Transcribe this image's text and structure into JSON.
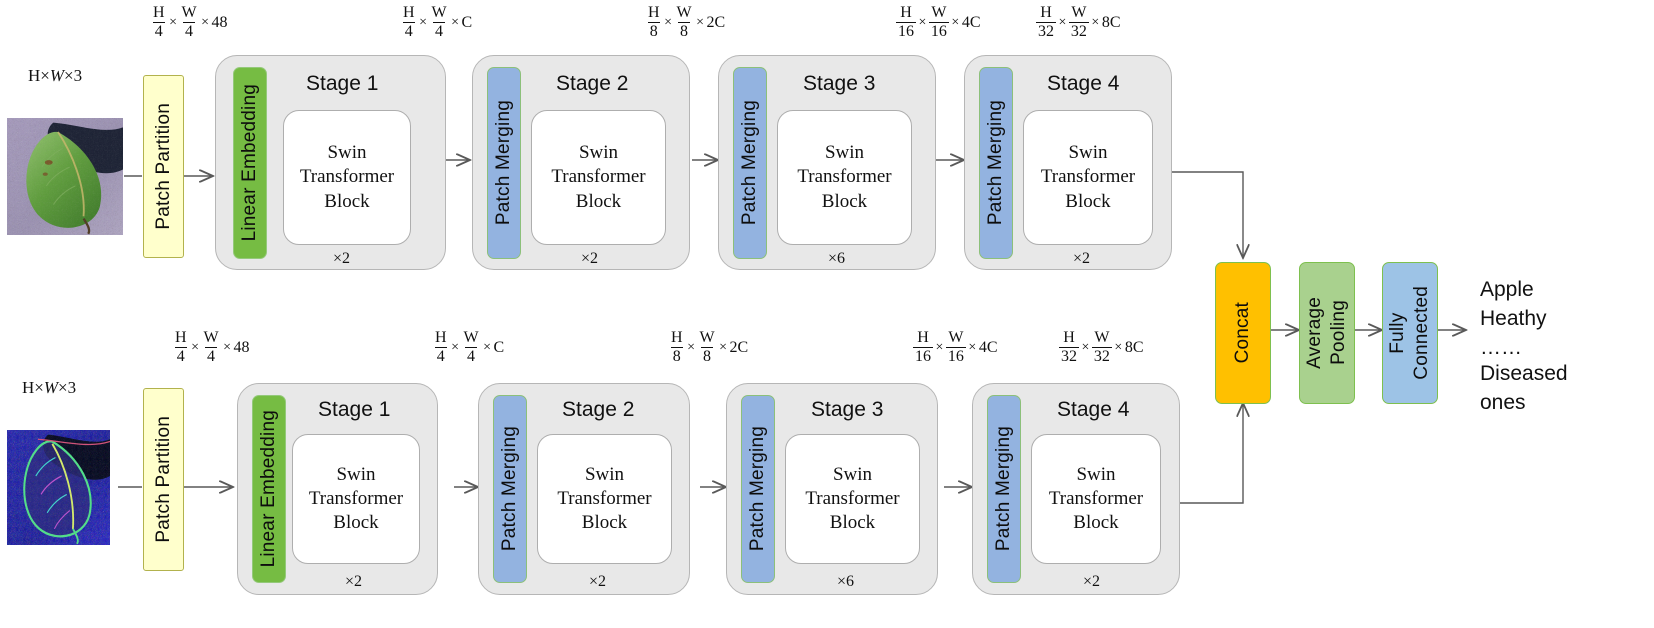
{
  "diagram": {
    "title": "Dual-branch Swin Transformer classification architecture",
    "colors": {
      "patch_partition": "#FFFFCC",
      "linear_embedding": "#76BC43",
      "patch_merging": "#93B3E0",
      "stage_container": "#E8E8E8",
      "swin_block": "#FFFFFF",
      "concat": "#FFC000",
      "average_pooling": "#A9D18E",
      "fully_connected": "#9DC3E6",
      "border_green": "#7EC04F",
      "arrow": "#595959"
    }
  },
  "branches": [
    {
      "id": "top-branch",
      "input_label": {
        "h": "H",
        "w": "W",
        "c": "3",
        "text": "H×W×3"
      },
      "input_image": {
        "name": "apple-leaf-rgb-photo",
        "alt": "RGB photo of a diseased apple leaf on a grey-purple background"
      },
      "patch_partition": "Patch Partition",
      "dims": [
        {
          "num1": "H",
          "den1": "4",
          "num2": "W",
          "den2": "4",
          "tail": "48"
        },
        {
          "num1": "H",
          "den1": "4",
          "num2": "W",
          "den2": "4",
          "tail": "C"
        },
        {
          "num1": "H",
          "den1": "8",
          "num2": "W",
          "den2": "8",
          "tail": "2C"
        },
        {
          "num1": "H",
          "den1": "16",
          "num2": "W",
          "den2": "16",
          "tail": "4C"
        },
        {
          "num1": "H",
          "den1": "32",
          "num2": "W",
          "den2": "32",
          "tail": "8C"
        }
      ],
      "stages": [
        {
          "title": "Stage 1",
          "side_label": "Linear Embedding",
          "side_kind": "linear-embed",
          "block": "Swin\nTransformer\nBlock",
          "repeat": "×2"
        },
        {
          "title": "Stage 2",
          "side_label": "Patch Merging",
          "side_kind": "patch-merge",
          "block": "Swin\nTransformer\nBlock",
          "repeat": "×2"
        },
        {
          "title": "Stage 3",
          "side_label": "Patch Merging",
          "side_kind": "patch-merge",
          "block": "Swin\nTransformer\nBlock",
          "repeat": "×6"
        },
        {
          "title": "Stage 4",
          "side_label": "Patch Merging",
          "side_kind": "patch-merge",
          "block": "Swin\nTransformer\nBlock",
          "repeat": "×2"
        }
      ]
    },
    {
      "id": "bottom-branch",
      "input_label": {
        "h": "H",
        "w": "W",
        "c": "3",
        "text": "H×W×3"
      },
      "input_image": {
        "name": "apple-leaf-spectral-photo",
        "alt": "Blue edge-enhanced / spectral version of the same apple leaf"
      },
      "patch_partition": "Patch Partition",
      "dims": [
        {
          "num1": "H",
          "den1": "4",
          "num2": "W",
          "den2": "4",
          "tail": "48"
        },
        {
          "num1": "H",
          "den1": "4",
          "num2": "W",
          "den2": "4",
          "tail": "C"
        },
        {
          "num1": "H",
          "den1": "8",
          "num2": "W",
          "den2": "8",
          "tail": "2C"
        },
        {
          "num1": "H",
          "den1": "16",
          "num2": "W",
          "den2": "16",
          "tail": "4C"
        },
        {
          "num1": "H",
          "den1": "32",
          "num2": "W",
          "den2": "32",
          "tail": "8C"
        }
      ],
      "stages": [
        {
          "title": "Stage 1",
          "side_label": "Linear Embedding",
          "side_kind": "linear-embed",
          "block": "Swin\nTransformer\nBlock",
          "repeat": "×2"
        },
        {
          "title": "Stage 2",
          "side_label": "Patch Merging",
          "side_kind": "patch-merge",
          "block": "Swin\nTransformer\nBlock",
          "repeat": "×2"
        },
        {
          "title": "Stage 3",
          "side_label": "Patch Merging",
          "side_kind": "patch-merge",
          "block": "Swin\nTransformer\nBlock",
          "repeat": "×6"
        },
        {
          "title": "Stage 4",
          "side_label": "Patch Merging",
          "side_kind": "patch-merge",
          "block": "Swin\nTransformer\nBlock",
          "repeat": "×2"
        }
      ]
    }
  ],
  "head": {
    "concat": "Concat",
    "average_pooling": "Average\nPooling",
    "fully_connected": "Fully\nConnected"
  },
  "output": {
    "line1": "Apple",
    "line2": "Heathy",
    "line3": "……",
    "line4": "Diseased",
    "line5": "ones"
  }
}
